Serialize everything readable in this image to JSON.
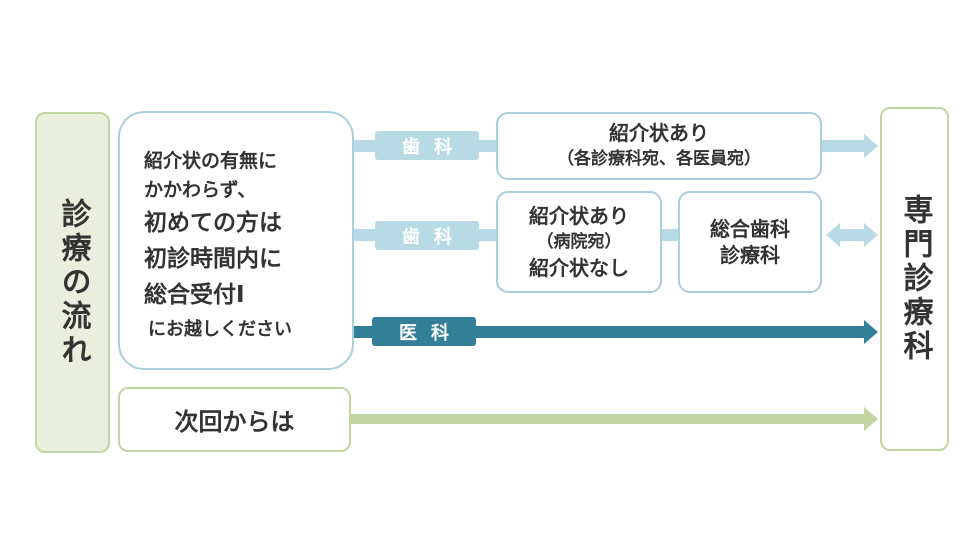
{
  "flow_label": "診療の流れ",
  "specialty_label": "専門診療科",
  "reception": {
    "line1": "紹介状の有無に",
    "line2": "かかわらず、",
    "line3": "初めての方は",
    "line4": "初診時間内に",
    "line5": "総合受付Ⅰ",
    "line6": "にお越しください"
  },
  "next_time": "次回からは",
  "routes": {
    "dental_1": {
      "tag": "歯科",
      "box_main": "紹介状あり",
      "box_sub": "（各診療科宛、各医員宛）"
    },
    "dental_2": {
      "tag": "歯科",
      "box_line1": "紹介状あり",
      "box_line2": "（病院宛）",
      "box_line3": "紹介状なし",
      "general_line1": "総合歯科",
      "general_line2": "診療科"
    },
    "medical": {
      "tag": "医科"
    }
  },
  "colors": {
    "light_blue": "#b8dae5",
    "dark_teal": "#337f97",
    "green": "#c3d5a2",
    "pale_green": "#e9efdc"
  }
}
